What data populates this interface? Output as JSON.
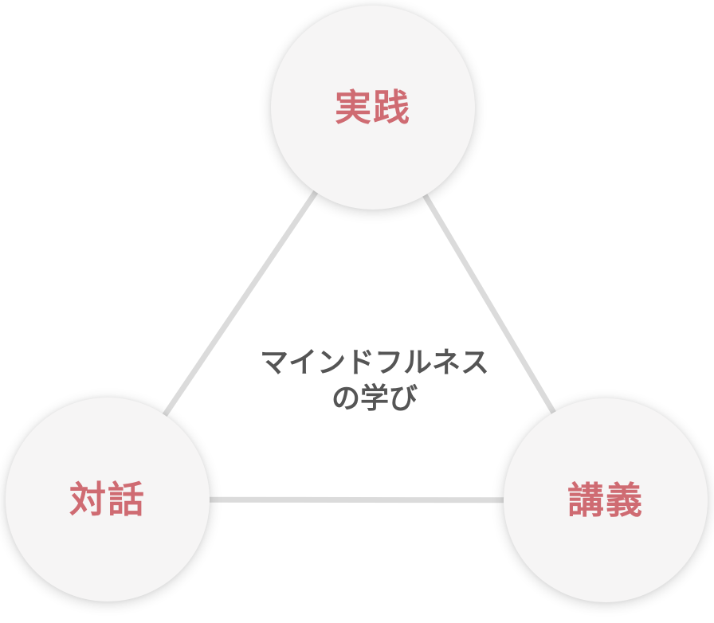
{
  "diagram": {
    "center_label": {
      "line1": "マインドフルネス",
      "line2": "の学び"
    },
    "nodes": [
      {
        "id": "practice",
        "label": "実践",
        "position": "top"
      },
      {
        "id": "dialogue",
        "label": "対話",
        "position": "bottom-left"
      },
      {
        "id": "lecture",
        "label": "講義",
        "position": "bottom-right"
      }
    ],
    "colors": {
      "background": "#ffffff",
      "node_fill": "#f6f5f5",
      "node_label": "#cf6b72",
      "connector": "#dbdbdb",
      "center_text": "#555555"
    }
  }
}
